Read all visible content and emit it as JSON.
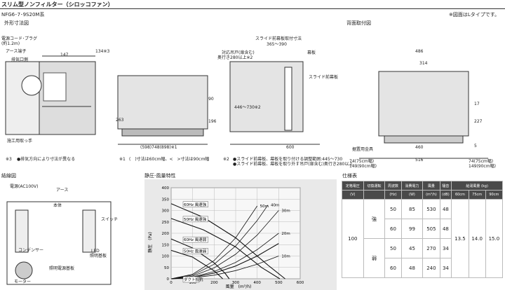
{
  "header": {
    "title": "スリム型ノンフィルター（シロッコファン）",
    "model": "NFG6･7･9S20M系",
    "note": "※図面はLタイプです。"
  },
  "sections": {
    "outline": "外形寸法図",
    "rear_mount": "背面取付図",
    "wiring": "結線図",
    "pq": "静圧-風量特性",
    "specs": "仕様表"
  },
  "outline_labels": {
    "cord": "電源コード･プラグ",
    "cord_len": "(約1.2m)",
    "earth": "アース端子",
    "exhaust": "排気口側",
    "w147": "147",
    "d134": "134※3",
    "r165": "365〜390",
    "slide_note": "スライド前幕板取付寸法",
    "duct_note": "対応吊戸(扉含む)",
    "duct_note2": "奥行き280以上※2",
    "front_plate": "幕板",
    "slide_plate": "スライド前幕板",
    "d263": "263",
    "d90": "90",
    "d196": "196",
    "r446": "446〜730※2",
    "w_outer": "(598)748(898)※1",
    "w600": "600",
    "clamp": "施工用取っ手",
    "n3": "※3",
    "n3t": "●排気方向により寸法が異なる",
    "n1": "※1",
    "n1t": "(　)寸法は60cm幅、<　>寸法は90cm幅",
    "n2": "※2",
    "n2a": "●スライド前幕板、幕板を取り付ける調整範囲:445〜730",
    "n2b": "●スライド前幕板、幕板を取り外す吊戸(扉含む)奥行き280以上"
  },
  "rear_labels": {
    "w486": "486",
    "w314": "314",
    "w460": "460",
    "w516": "516",
    "d17": "17",
    "d227": "227",
    "d5": "5",
    "hanger": "据置用金具",
    "l74a": "74(75cm幅)",
    "l149a": "149(90cm幅)",
    "l74b": "74(75cm幅)",
    "l149b": "149(90cm幅)"
  },
  "wiring_labels": {
    "power": "電源(AC100V)",
    "earth": "アース",
    "body": "本体",
    "switch": "スイッチ",
    "capacitor": "コンデンサー",
    "motor": "モーター",
    "led": "LED",
    "led2": "照明基板",
    "board": "照明電源基板"
  },
  "chart_data": {
    "type": "line",
    "title": "",
    "xlabel": "風量　(m³/h)",
    "ylabel": "静圧　(Pa)",
    "xlim": [
      0,
      600
    ],
    "ylim": [
      0,
      400
    ],
    "xticks": [
      0,
      100,
      200,
      300,
      400,
      500,
      600
    ],
    "yticks": [
      0,
      50,
      100,
      150,
      200,
      250,
      300,
      350,
      400
    ],
    "series": [
      {
        "name": "60Hz 風速強",
        "x": [
          0,
          150,
          300,
          450,
          530
        ],
        "y": [
          330,
          270,
          180,
          60,
          0
        ]
      },
      {
        "name": "50Hz 風速強",
        "x": [
          0,
          150,
          300,
          420,
          505
        ],
        "y": [
          265,
          215,
          140,
          50,
          0
        ]
      },
      {
        "name": "60Hz 風速弱",
        "x": [
          0,
          100,
          200,
          250,
          270
        ],
        "y": [
          175,
          135,
          70,
          25,
          0
        ]
      },
      {
        "name": "50Hz 風速弱",
        "x": [
          0,
          100,
          200,
          240
        ],
        "y": [
          125,
          95,
          35,
          0
        ]
      },
      {
        "name": "ダクト抵抗",
        "x": [
          0,
          100,
          200,
          300,
          400,
          500
        ],
        "y": [
          0,
          6,
          25,
          56,
          100,
          155
        ]
      },
      {
        "name": "50m",
        "x": [
          0,
          100,
          200,
          300,
          400
        ],
        "y": [
          0,
          20,
          80,
          180,
          320
        ]
      },
      {
        "name": "40m",
        "x": [
          0,
          100,
          200,
          300,
          400,
          450
        ],
        "y": [
          0,
          16,
          64,
          144,
          256,
          324
        ]
      },
      {
        "name": "30m",
        "x": [
          0,
          100,
          200,
          300,
          400,
          500
        ],
        "y": [
          0,
          12,
          48,
          108,
          192,
          300
        ]
      },
      {
        "name": "20m",
        "x": [
          0,
          100,
          200,
          300,
          400,
          500
        ],
        "y": [
          0,
          8,
          32,
          72,
          128,
          200
        ]
      },
      {
        "name": "10m",
        "x": [
          0,
          100,
          200,
          300,
          400,
          500
        ],
        "y": [
          0,
          4,
          16,
          36,
          64,
          100
        ]
      }
    ],
    "curve_tags": {
      "60Hz 風速強": "60Hz 風速強",
      "50Hz 風速強": "50Hz 風速強",
      "60Hz 風速弱": "60Hz 風速弱",
      "50Hz 風速弱": "50Hz 風速弱",
      "ダクト抵抗": "ダクト抵抗"
    },
    "grid": true
  },
  "specs": {
    "headers": [
      "定格電圧",
      "切換運転",
      "周波数",
      "消費電力",
      "風量",
      "騒音",
      "給湯風量 (kg)"
    ],
    "units": [
      "(V)",
      "",
      "(Hz)",
      "(W)",
      "(m³/h)",
      "(dB)",
      "60cm",
      "75cm",
      "90cm"
    ],
    "voltage": "100",
    "modes": [
      {
        "label": "強",
        "rows": [
          [
            "50",
            "85",
            "530",
            "48"
          ],
          [
            "60",
            "99",
            "505",
            "48"
          ]
        ]
      },
      {
        "label": "弱",
        "rows": [
          [
            "50",
            "45",
            "270",
            "34"
          ],
          [
            "60",
            "48",
            "240",
            "34"
          ]
        ]
      }
    ],
    "mass": [
      "13.5",
      "14.0",
      "15.0"
    ]
  }
}
